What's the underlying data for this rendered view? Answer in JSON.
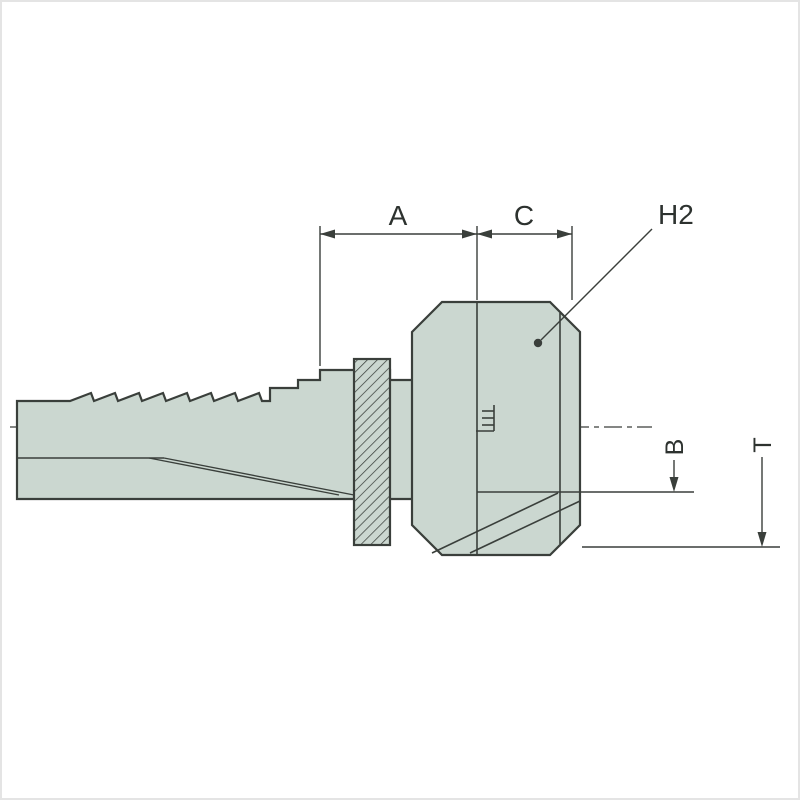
{
  "window": {
    "background": "#ffffff",
    "border_color": "#e4e4e4"
  },
  "diagram": {
    "kind": "technical-drawing",
    "description": "Sectioned catalog drawing of a hydraulic hose fitting with barbed hose tail and female swivel hex nut",
    "colors": {
      "part_fill": "#cbd7d0",
      "line": "#3a3f3b",
      "text": "#2d322f"
    },
    "labels": {
      "dim_a": "A",
      "dim_c": "C",
      "h2": "H2",
      "dim_b": "B",
      "dim_t": "T"
    }
  }
}
